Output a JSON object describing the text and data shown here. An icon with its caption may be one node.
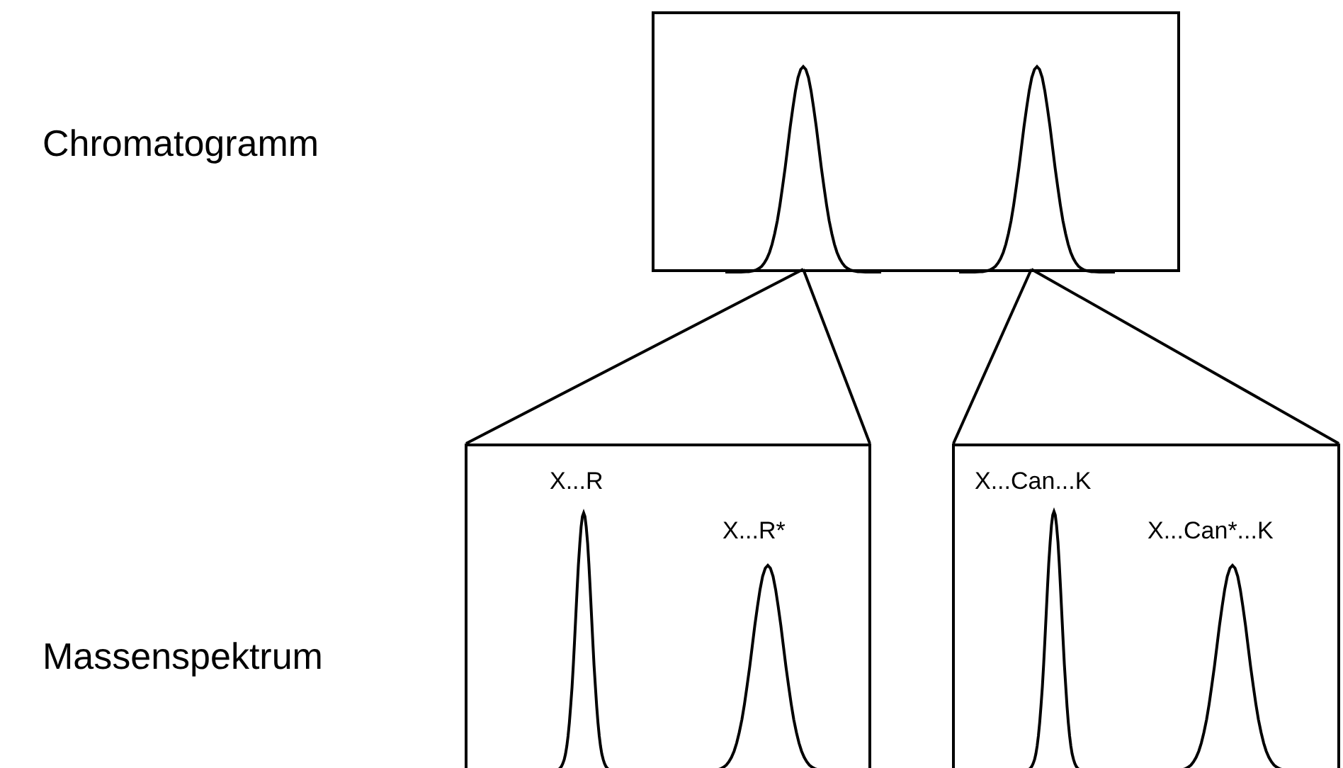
{
  "diagram": {
    "nodes": [
      {
        "text": [],
        "shape": "box"
      },
      {
        "text": [
          "X...R",
          "X...R*"
        ]
      },
      {
        "text": [
          "X...Can...K",
          "X...Can*...K"
        ]
      }
    ],
    "edges": [
      {
        "from": 0,
        "to": 1,
        "arrow": "none"
      },
      {
        "from": 0,
        "to": 1,
        "arrow": "none"
      },
      {
        "from": 0,
        "to": 2,
        "arrow": "none"
      },
      {
        "from": 0,
        "to": 2,
        "arrow": "none"
      }
    ],
    "labels": [
      "Chromatogramm",
      "Massenspektrum"
    ]
  }
}
